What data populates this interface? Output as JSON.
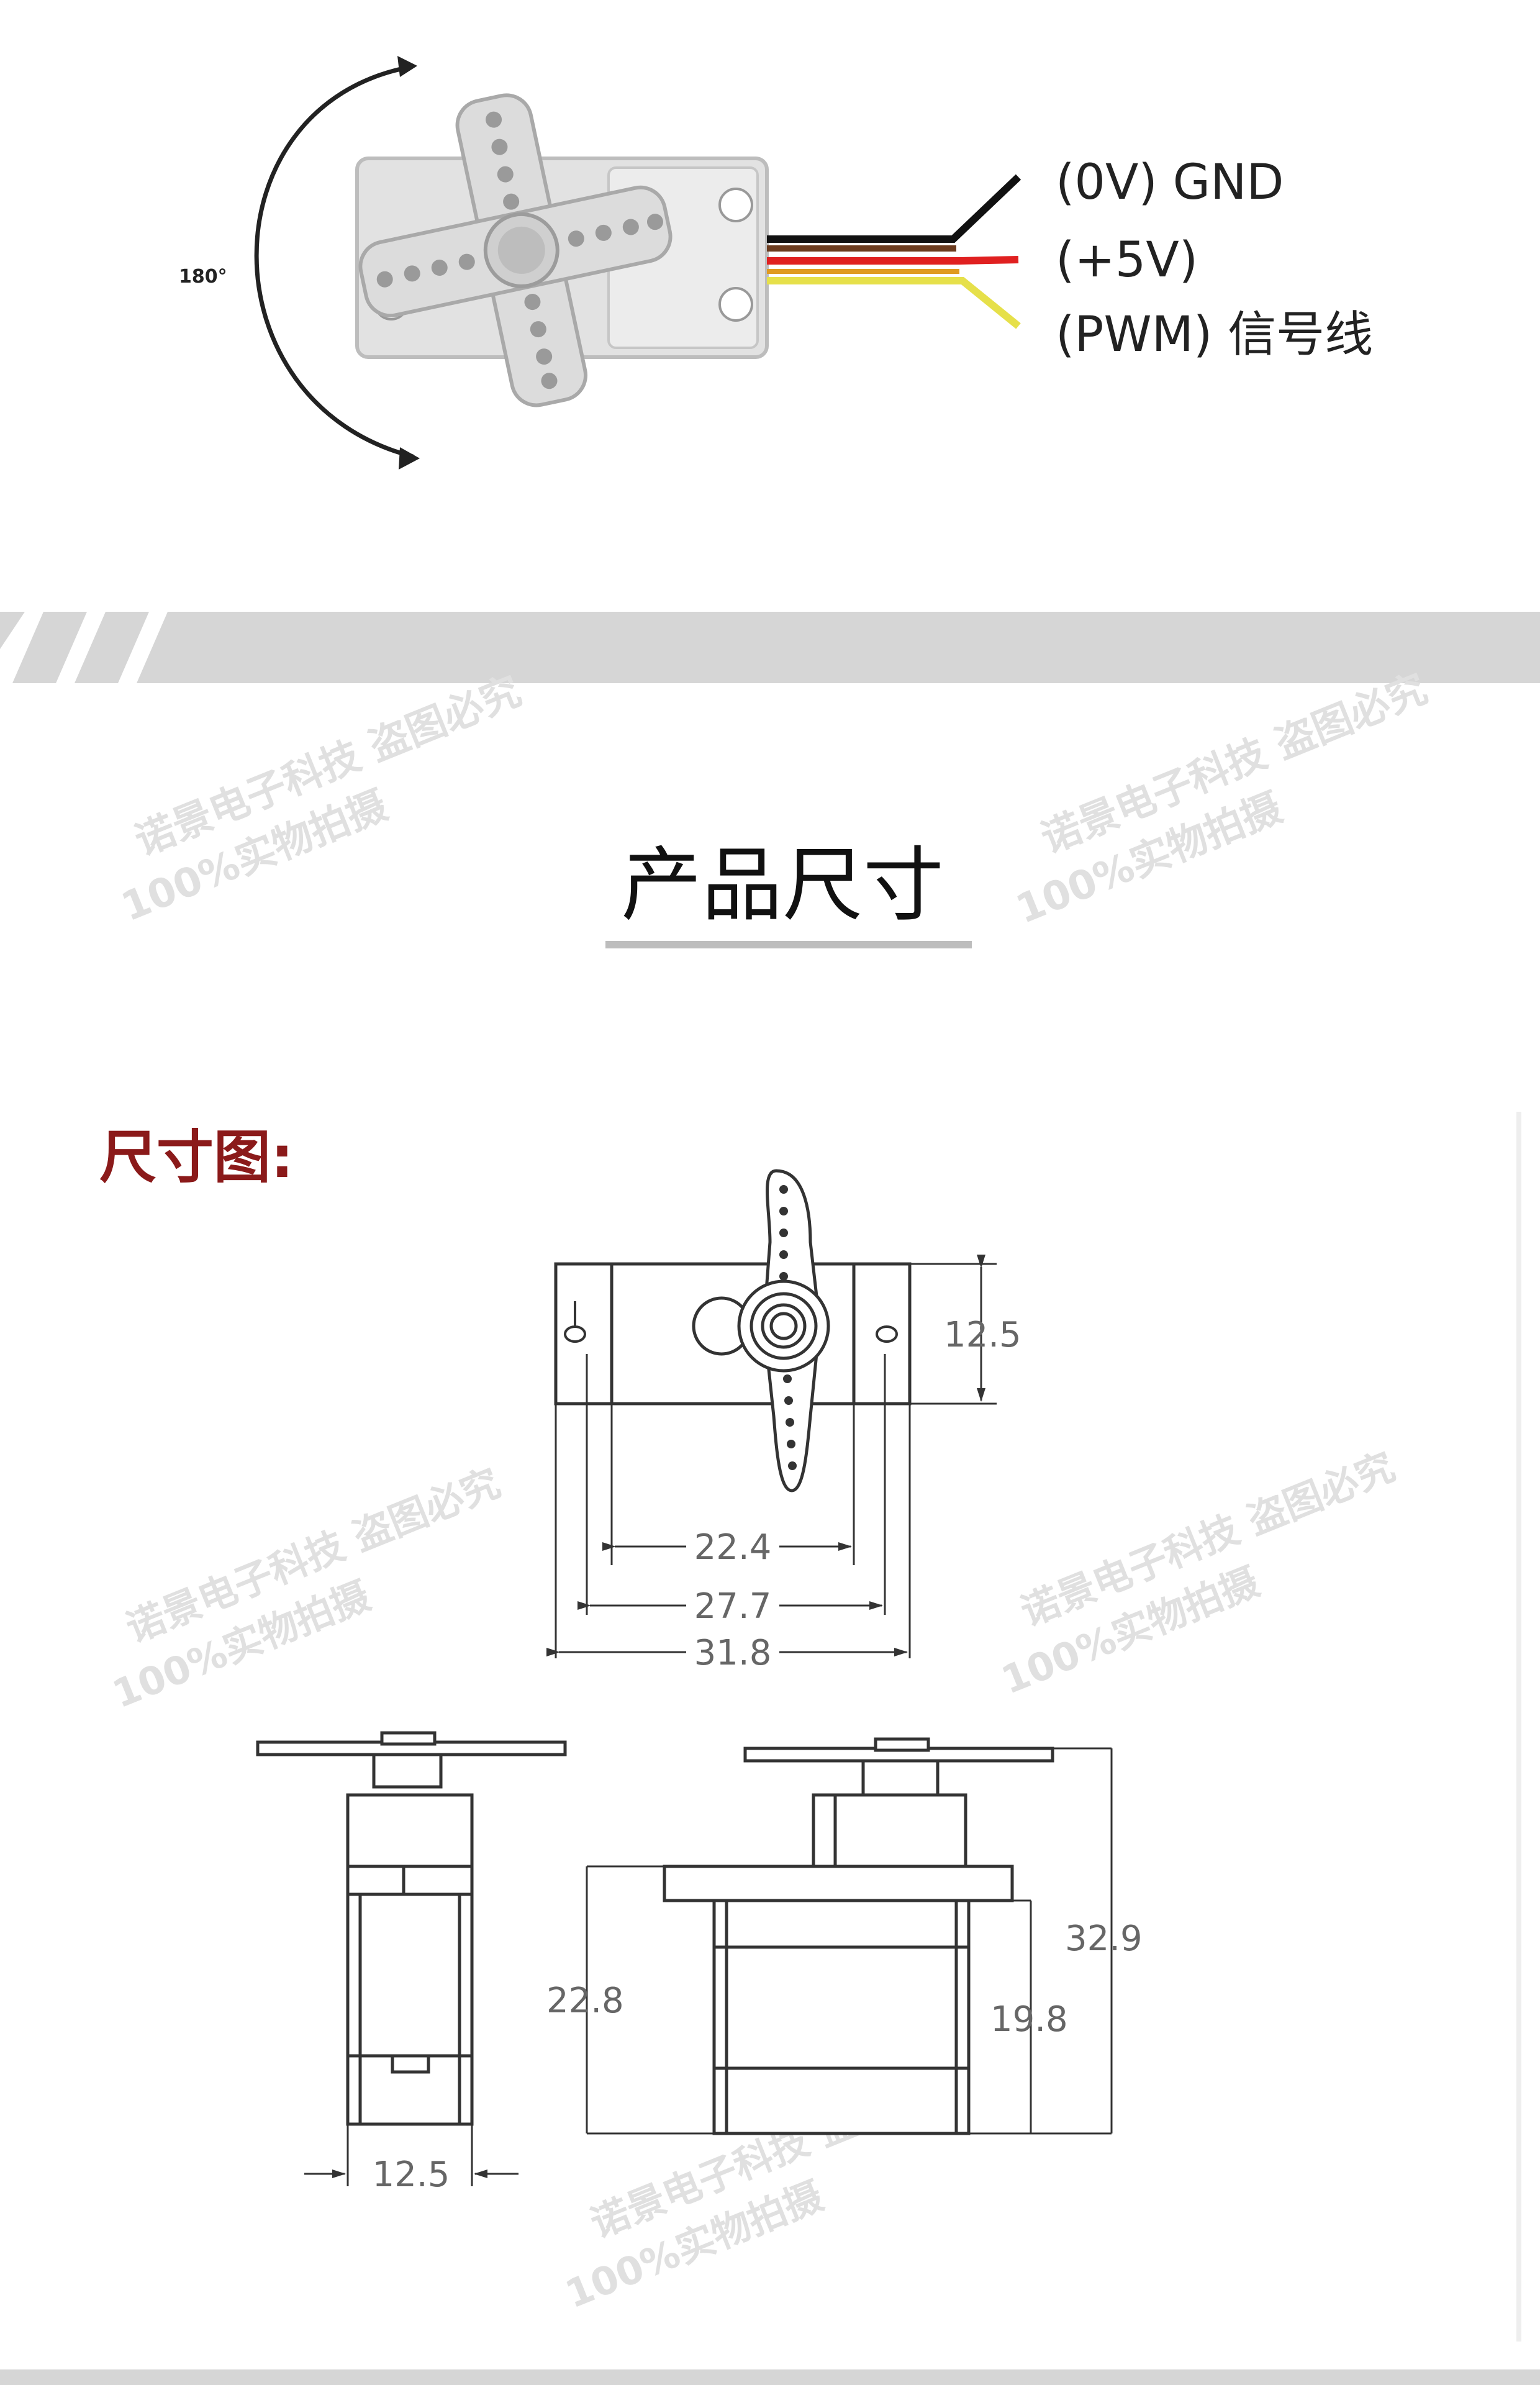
{
  "rotation": {
    "angle_label": "180°"
  },
  "wires": {
    "gnd_label": "(0V) GND",
    "vcc_label": "(+5V)",
    "pwm_label": "(PWM) 信号线",
    "colors": {
      "gnd": "#111111",
      "vcc": "#e02020",
      "pwm": "#e6e04a",
      "brown": "#6b3b1e"
    }
  },
  "section": {
    "title": "产品尺寸"
  },
  "drawing": {
    "heading": "尺寸图:",
    "heading_color": "#8b1a1a",
    "dims": {
      "height_top": "12.5",
      "hole_spacing": "22.4",
      "body_width": "27.7",
      "total_width": "31.8",
      "body_height": "22.8",
      "total_height": "32.9",
      "mount_height": "19.8",
      "side_width": "12.5"
    }
  },
  "watermark": {
    "line1": "诺景电子科技 盗图必究",
    "line2": "100%实物拍摄"
  }
}
